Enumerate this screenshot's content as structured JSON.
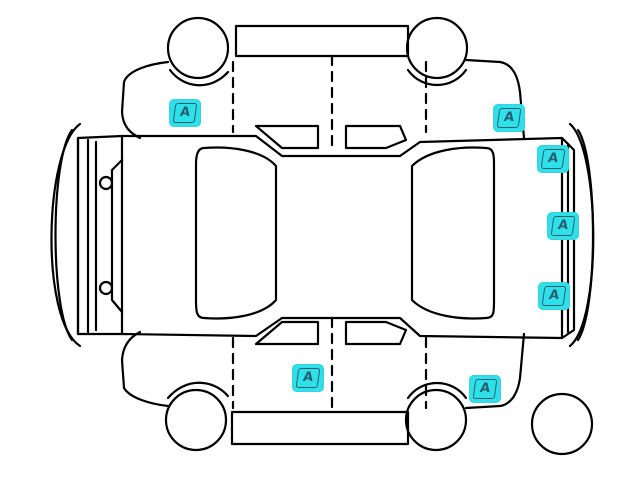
{
  "colors": {
    "outline": "#000000",
    "marker_fill": "#2ee0e8",
    "marker_text": "#2a5d74",
    "background": "#ffffff"
  },
  "markers": [
    {
      "id": "front-left-fender",
      "label": "A"
    },
    {
      "id": "rear-right-quarter",
      "label": "A"
    },
    {
      "id": "rear-bumper-top",
      "label": "A"
    },
    {
      "id": "rear-bumper-middle",
      "label": "A"
    },
    {
      "id": "rear-bumper-bottom",
      "label": "A"
    },
    {
      "id": "left-front-door",
      "label": "A"
    },
    {
      "id": "left-rear-quarter",
      "label": "A"
    }
  ]
}
